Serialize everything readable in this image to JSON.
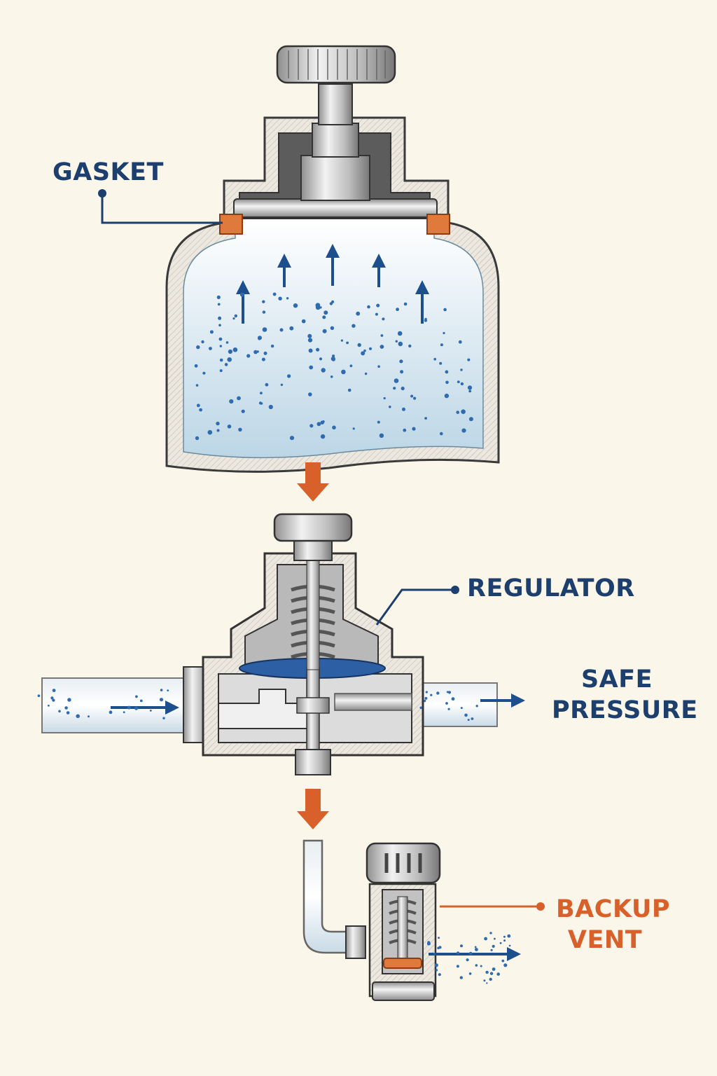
{
  "colors": {
    "background": "#fbf6ea",
    "label_blue": "#1c3f6e",
    "accent_orange": "#d8602a",
    "gas_blue": "#2f6bb0",
    "diaphragm_blue": "#2c5fa4",
    "metal": "#c9c9c9",
    "housing": "#e9e6df"
  },
  "labels": {
    "gasket": "GASKET",
    "regulator": "REGULATOR",
    "safe_pressure": [
      "SAFE",
      "PRESSURE"
    ],
    "backup_vent": [
      "BACKUP",
      "VENT"
    ]
  },
  "parts": {
    "tank": "pressurized-tank",
    "valve": "tank-valve-knob",
    "regulator": "pressure-regulator",
    "vent": "backup-relief-vent"
  }
}
